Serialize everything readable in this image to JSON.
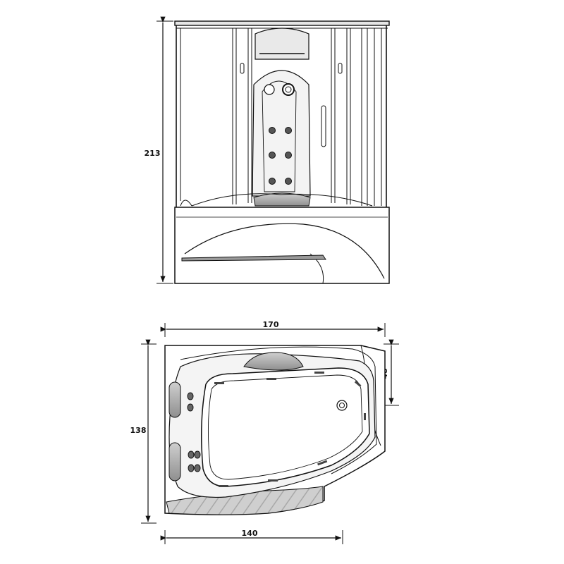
{
  "drawing": {
    "front_view": {
      "height_label": "213"
    },
    "top_view": {
      "width_label": "170",
      "depth_label": "138",
      "short_side_label": "48",
      "front_label": "140"
    }
  },
  "colors": {
    "line": "#111111",
    "shade": "#d9d9d9",
    "dark_shade": "#9a9a9a",
    "background": "#ffffff"
  }
}
